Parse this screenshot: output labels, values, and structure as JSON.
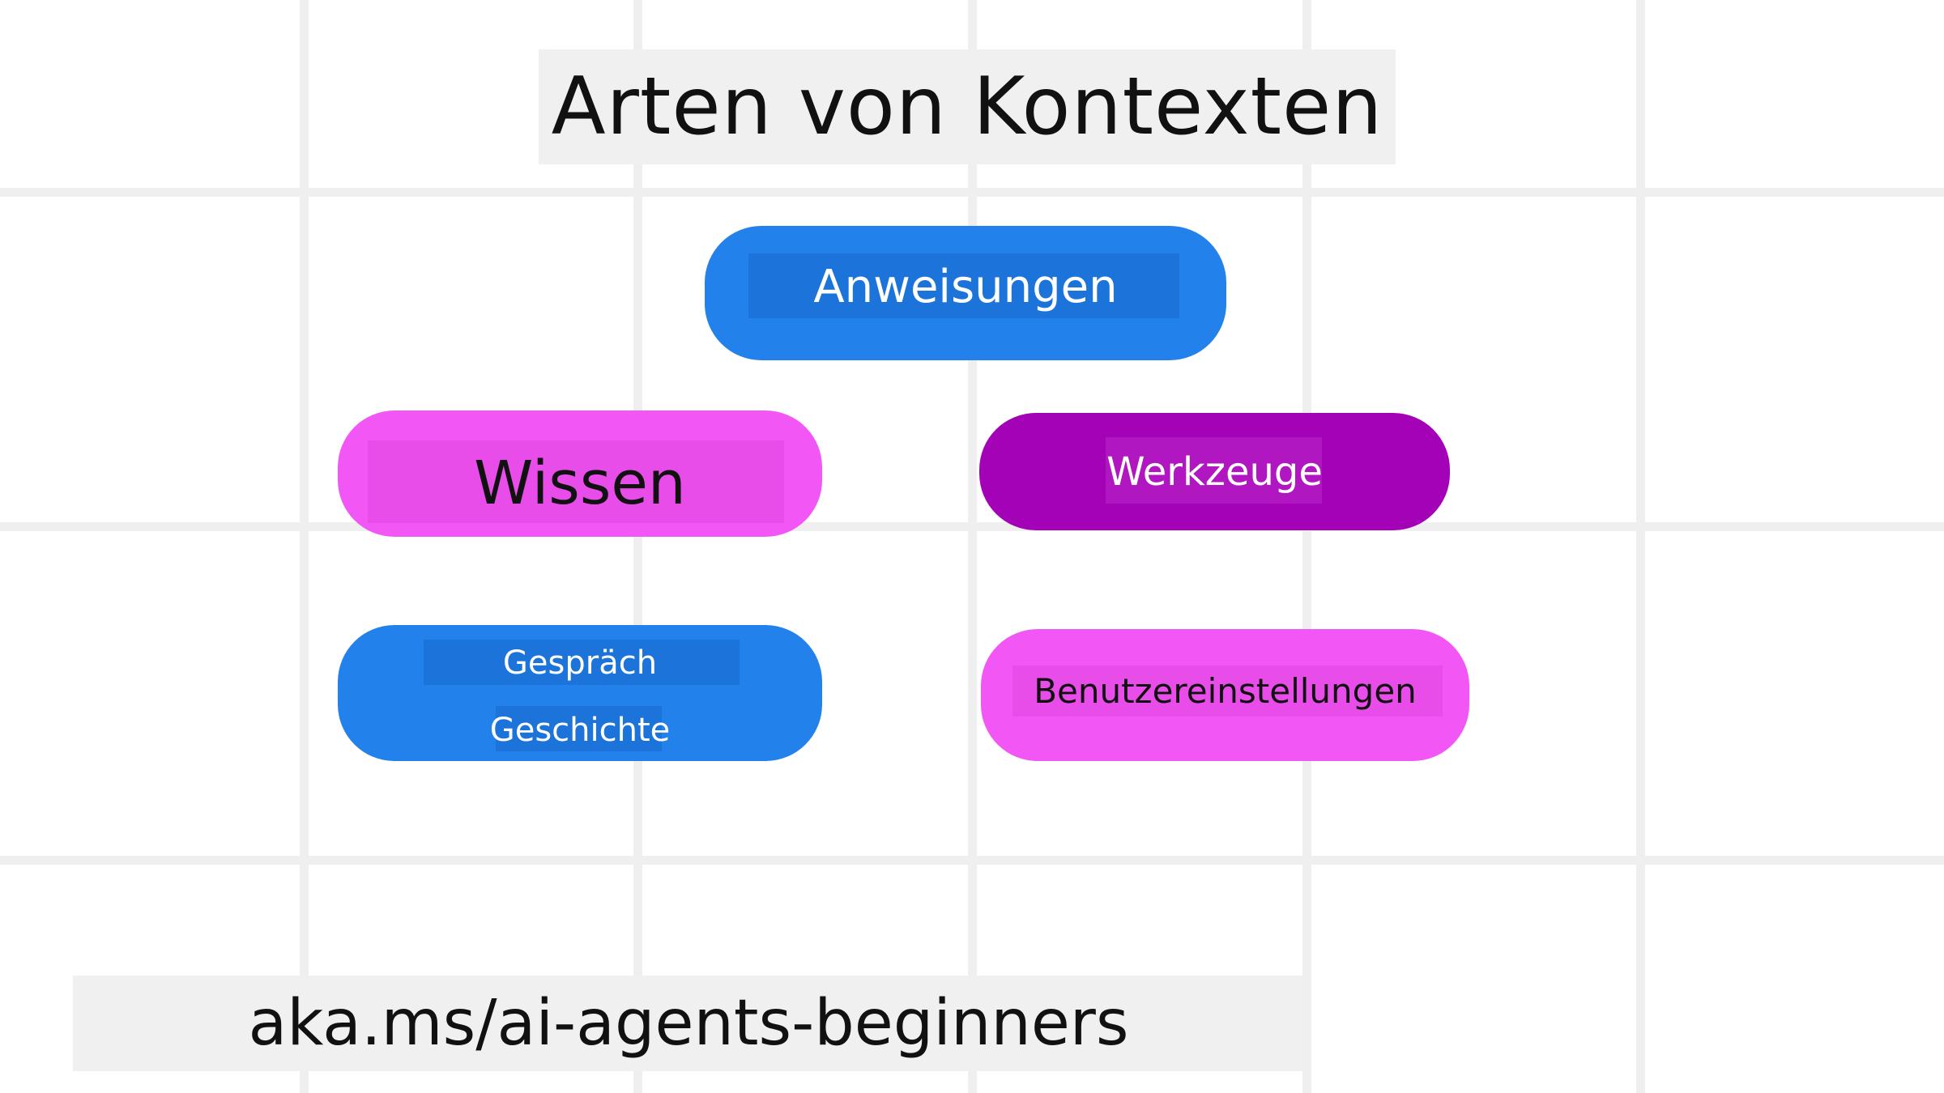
{
  "title": "Arten von Kontexten",
  "nodes": {
    "instructions": "Anweisungen",
    "knowledge": "Wissen",
    "tools": "Werkzeuge",
    "conversation_line1": "Gespräch",
    "conversation_line2": "Geschichte",
    "user_preferences": "Benutzereinstellungen"
  },
  "footer": "aka.ms/ai-agents-beginners",
  "colors": {
    "blue": "#2281ea",
    "pink": "#f257f5",
    "purple": "#a402b7",
    "background": "#ffffff",
    "grid": "#efefef"
  }
}
